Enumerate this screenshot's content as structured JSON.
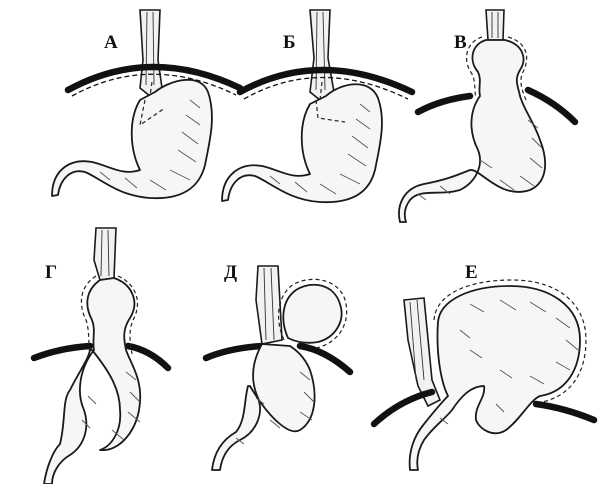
{
  "panels": [
    {
      "id": "A",
      "label": "А"
    },
    {
      "id": "B",
      "label": "Б"
    },
    {
      "id": "V",
      "label": "В"
    },
    {
      "id": "G",
      "label": "Г"
    },
    {
      "id": "D",
      "label": "Д"
    },
    {
      "id": "E",
      "label": "Е"
    }
  ],
  "colors": {
    "ink": "#111111",
    "organ_fill": "#f6f6f6",
    "background": "#ffffff"
  }
}
